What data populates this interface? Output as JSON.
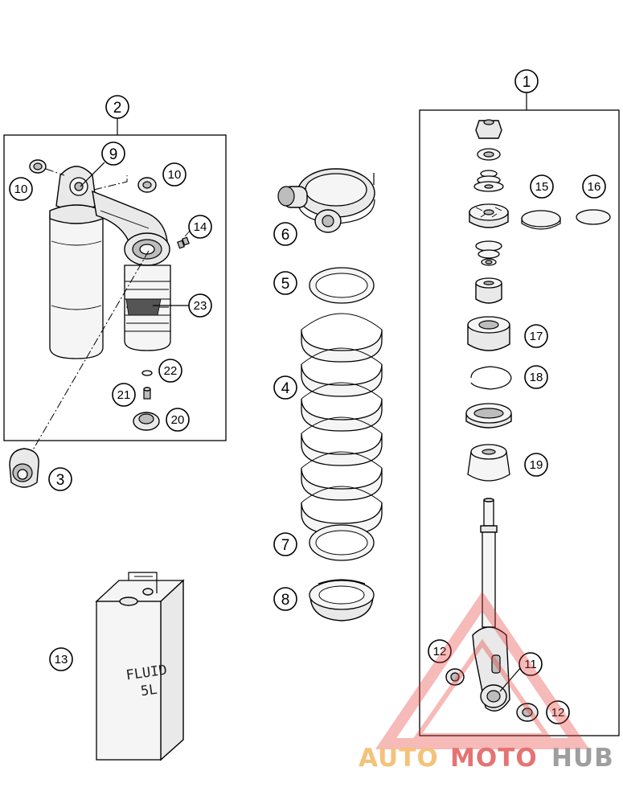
{
  "callouts": {
    "c1": "1",
    "c2": "2",
    "c3": "3",
    "c4": "4",
    "c5": "5",
    "c6": "6",
    "c7": "7",
    "c8": "8",
    "c9": "9",
    "c10a": "10",
    "c10b": "10",
    "c11": "11",
    "c12a": "12",
    "c12b": "12",
    "c13": "13",
    "c14": "14",
    "c15": "15",
    "c16": "16",
    "c17": "17",
    "c18": "18",
    "c19": "19",
    "c20": "20",
    "c21": "21",
    "c22": "22",
    "c23": "23"
  },
  "fluid_can": {
    "line1": "FLUID",
    "line2": "5L"
  },
  "watermark": {
    "part1": "AUTO",
    "part2": "MOTO",
    "part3": "HUB",
    "color1": "#f5c27a",
    "color2": "#e57373",
    "color3": "#9e9e9e",
    "triangle_color": "#e53935"
  }
}
